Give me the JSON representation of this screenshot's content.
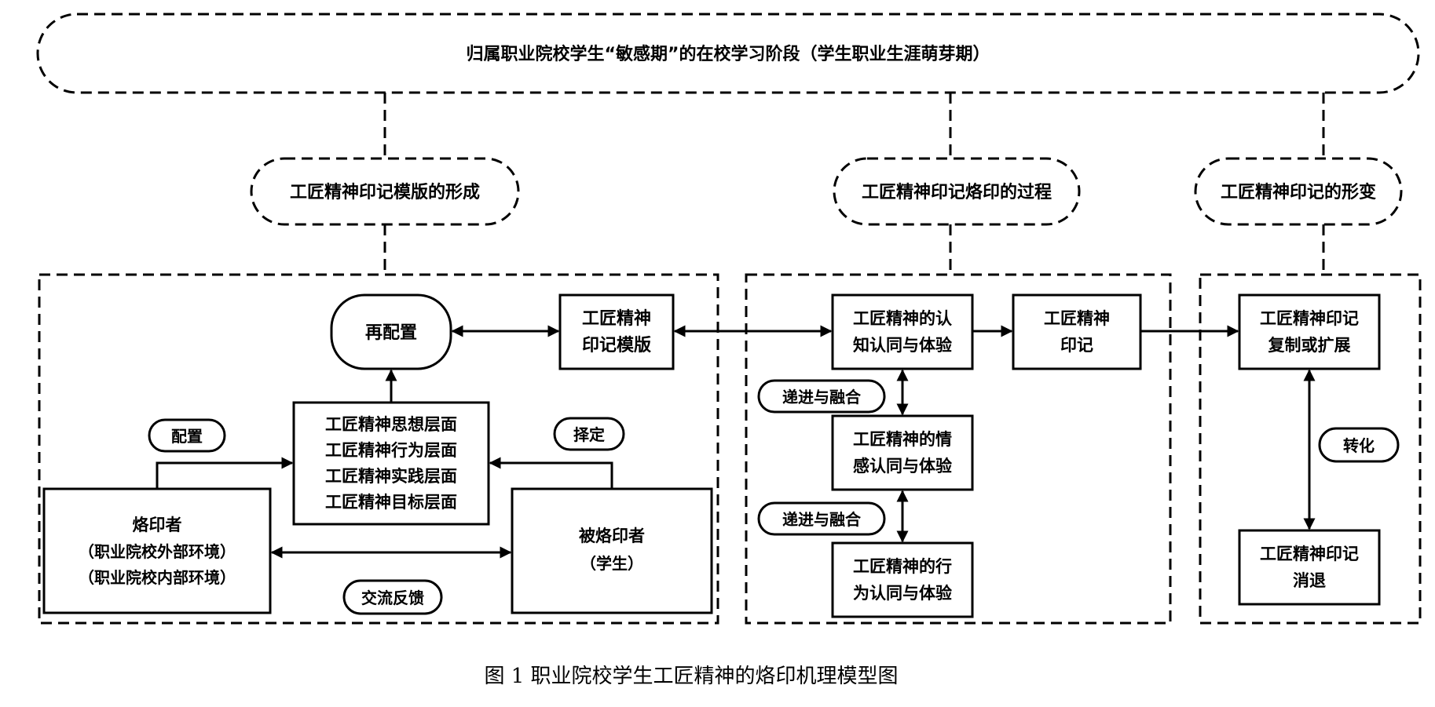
{
  "stage": {
    "title": "归属职业院校学生“敏感期”的在校学习阶段（学生职业生涯萌芽期）"
  },
  "phases": {
    "formation": "工匠精神印记模版的形成",
    "imprinting": "工匠精神印记烙印的过程",
    "transformation": "工匠精神印记的形变"
  },
  "left": {
    "reconfigure": "再配置",
    "template": [
      "工匠精神",
      "印记模版"
    ],
    "levels": [
      "工匠精神思想层面",
      "工匠精神行为层面",
      "工匠精神实践层面",
      "工匠精神目标层面"
    ],
    "configure": "配置",
    "select": "择定",
    "imprinter": [
      "烙印者",
      "（职业院校外部环境）",
      "（职业院校内部环境）"
    ],
    "imprinted": [
      "被烙印者",
      "（学生）"
    ],
    "feedback": "交流反馈"
  },
  "middle": {
    "cognitive": [
      "工匠精神的认",
      "知认同与体验"
    ],
    "imprint": [
      "工匠精神",
      "印记"
    ],
    "emotional": [
      "工匠精神的情",
      "感认同与体验"
    ],
    "behavioral": [
      "工匠精神的行",
      "为认同与体验"
    ],
    "progress1": "递进与融合",
    "progress2": "递进与融合"
  },
  "right": {
    "replicate": [
      "工匠精神印记",
      "复制或扩展"
    ],
    "fade": [
      "工匠精神印记",
      "消退"
    ],
    "convert": "转化"
  },
  "caption": "图 1  职业院校学生工匠精神的烙印机理模型图"
}
